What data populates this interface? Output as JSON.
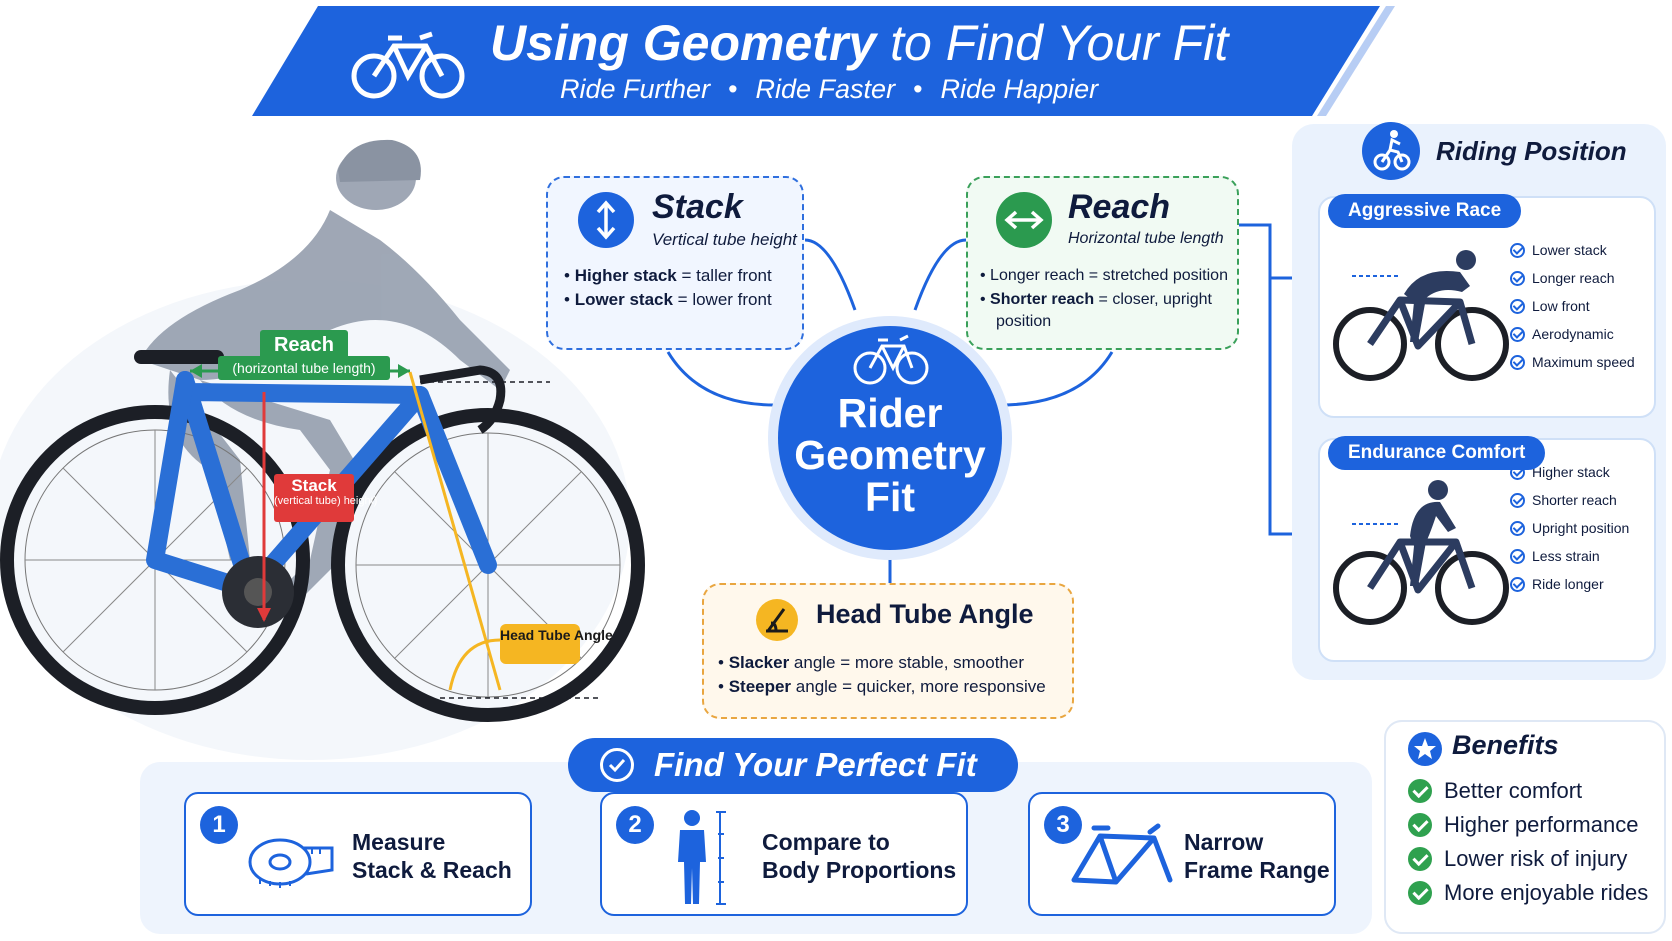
{
  "header": {
    "title_bold": "Using Geometry",
    "title_rest": "to Find Your Fit",
    "subtitle": [
      "Ride Further",
      "Ride Faster",
      "Ride Happier"
    ],
    "separator": "•"
  },
  "bike_labels": {
    "reach": "Reach",
    "reach_sub": "(horizontal tube length)",
    "stack": "Stack",
    "stack_sub": "(vertical tube) height)",
    "head_tube": "Head Tube Angle"
  },
  "center": {
    "text": "Rider Geometry Fit",
    "icon": "bicycle-icon"
  },
  "stack_card": {
    "title": "Stack",
    "subtitle": "Vertical tube height",
    "bullets": [
      {
        "bold": "Higher stack",
        "rest": " = taller front"
      },
      {
        "bold": "Lower stack",
        "rest": " = lower front"
      }
    ],
    "icon": "vertical-arrows-icon"
  },
  "reach_card": {
    "title": "Reach",
    "subtitle": "Horizontal tube length",
    "bullets": [
      {
        "bold": "",
        "rest": "Longer reach = stretched position"
      },
      {
        "bold": "Shorter reach",
        "rest": " = closer, upright"
      }
    ],
    "bullet_cont": "position",
    "icon": "horizontal-arrows-icon"
  },
  "hta_card": {
    "title": "Head Tube Angle",
    "bullets": [
      {
        "bold": "Slacker",
        "rest": " angle = more stable, smoother"
      },
      {
        "bold": "Steeper",
        "rest": " angle = quicker, more responsive"
      }
    ],
    "icon": "angle-icon"
  },
  "riding_position": {
    "title": "Riding Position",
    "icon": "cyclist-icon",
    "aggressive": {
      "label": "Aggressive Race",
      "items": [
        "Lower stack",
        "Longer reach",
        "Low front",
        "Aerodynamic",
        "Maximum speed"
      ]
    },
    "endurance": {
      "label": "Endurance Comfort",
      "items": [
        "Higher stack",
        "Shorter reach",
        "Upright position",
        "Less strain",
        "Ride longer"
      ]
    }
  },
  "fit": {
    "title": "Find Your Perfect Fit",
    "steps": [
      {
        "num": "1",
        "line1": "Measure",
        "line2": "Stack & Reach",
        "icon": "measuring-tape-icon"
      },
      {
        "num": "2",
        "line1": "Compare to",
        "line2": "Body Proportions",
        "icon": "person-icon"
      },
      {
        "num": "3",
        "line1": "Narrow",
        "line2": "Frame Range",
        "icon": "bike-frame-icon"
      }
    ]
  },
  "benefits": {
    "title": "Benefits",
    "items": [
      "Better comfort",
      "Higher performance",
      "Lower risk of injury",
      "More enjoyable rides"
    ]
  },
  "colors": {
    "primary_blue": "#1d63dd",
    "green": "#2b9a4f",
    "red": "#e03a3a",
    "yellow": "#f5b622"
  }
}
